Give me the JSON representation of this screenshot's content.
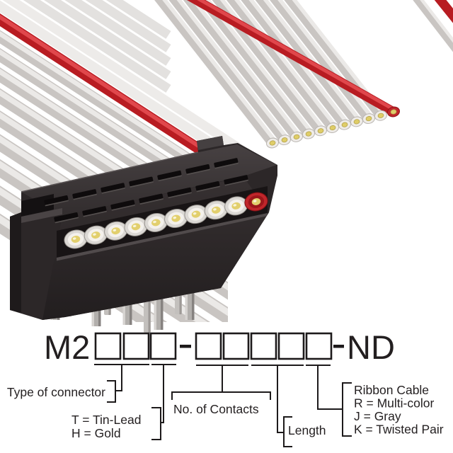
{
  "part_number": {
    "prefix": "M2",
    "separator1": "-",
    "separator2": "-",
    "suffix": "ND",
    "group1_box_count": 3,
    "group2_box_count": 5
  },
  "callouts": {
    "type_of_connector": "Type of connector",
    "plating_line1": "T = Tin-Lead",
    "plating_line2": "H = Gold",
    "contacts": "No. of Contacts",
    "length": "Length",
    "cable_line1": "Ribbon Cable",
    "cable_line2": "R = Multi-color",
    "cable_line3": "J = Gray",
    "cable_line4": "K = Twisted Pair"
  },
  "photo": {
    "contact_count": 10,
    "visible_pin_count": 9,
    "ribbon_gray": "#c9c5c2",
    "stripe_red": "#b81c22",
    "connector_black": "#2c2728",
    "contact_core_yellow": "#e2cf6d",
    "red_contact": "#c0262b"
  }
}
